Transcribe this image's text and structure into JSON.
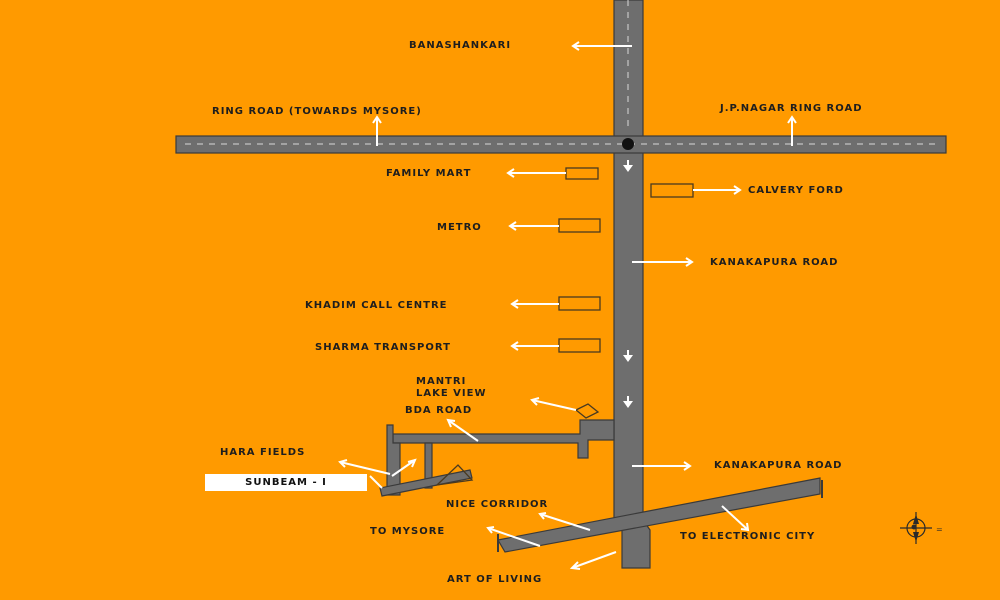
{
  "colors": {
    "background": "#ff9a00",
    "road": "#6e6e6e",
    "arrow": "#ffffff",
    "highlight": "#ffffff"
  },
  "labels": {
    "banashankari": "BANASHANKARI",
    "ring_road_mysore": "RING ROAD (TOWARDS MYSORE)",
    "jp_nagar": "J.P.NAGAR RING ROAD",
    "family_mart": "FAMILY MART",
    "calvery_ford": "CALVERY FORD",
    "metro": "METRO",
    "kanakapura_road_1": "KANAKAPURA ROAD",
    "khadim_call_centre": "KHADIM CALL CENTRE",
    "sharma_transport": "SHARMA TRANSPORT",
    "mantri_lake_view": "MANTRI\nLAKE VIEW",
    "bda_road": "BDA ROAD",
    "hara_fields": "HARA FIELDS",
    "sunbeam": "SUNBEAM - I",
    "kanakapura_road_2": "KANAKAPURA ROAD",
    "nice_corridor": "NICE CORRIDOR",
    "to_mysore": "TO MYSORE",
    "to_electronic_city": "TO ELECTRONIC CITY",
    "art_of_living": "ART OF LIVING"
  },
  "icons": {
    "compass": "compass-rose-icon",
    "junction": "circle-junction-icon",
    "direction": "arrow-down-icon"
  }
}
